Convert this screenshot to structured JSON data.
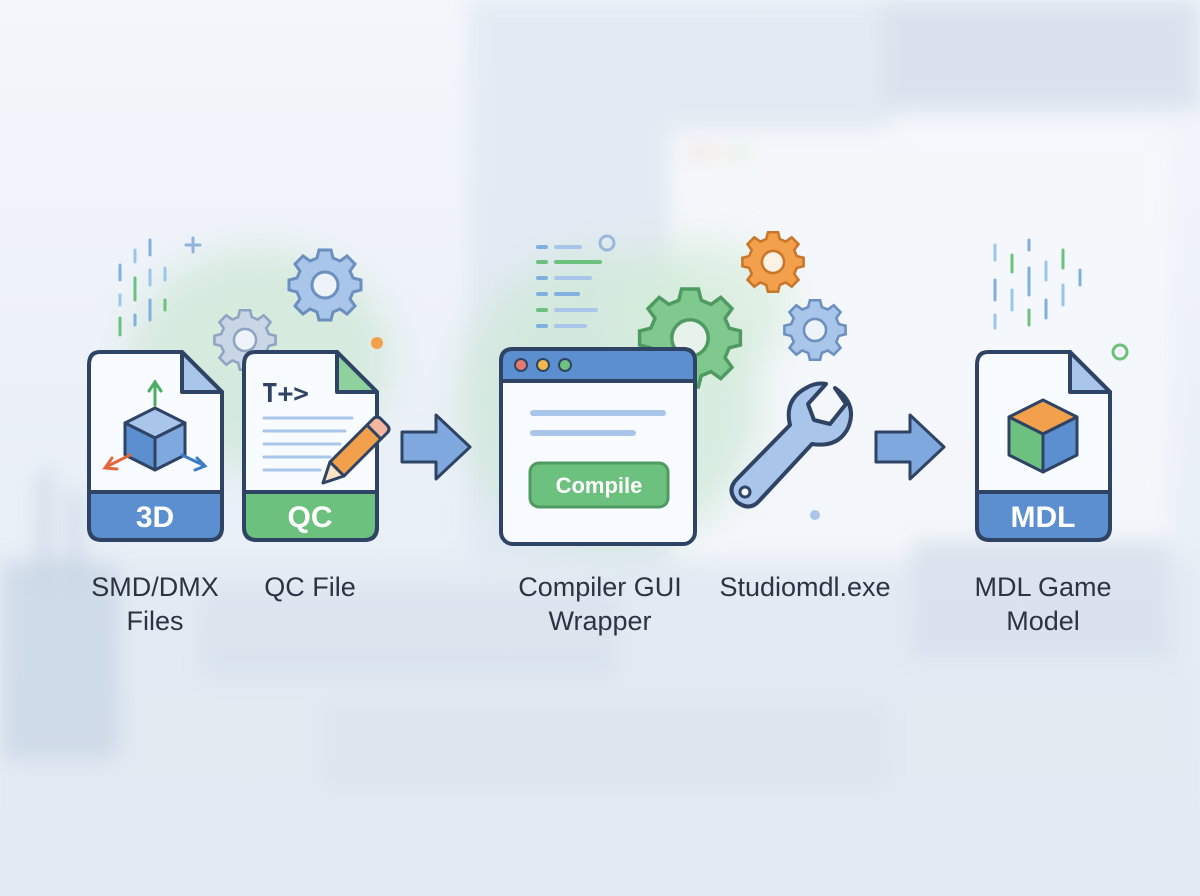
{
  "nodes": {
    "smd": {
      "badge": "3D",
      "label_line1": "SMD/DMX",
      "label_line2": "Files"
    },
    "qc": {
      "badge": "QC",
      "glyph": "T+>",
      "label_line1": "QC File"
    },
    "gui": {
      "button": "Compile",
      "label_line1": "Compiler GUI",
      "label_line2": "Wrapper"
    },
    "studiomdl": {
      "label_line1": "Studiomdl.exe"
    },
    "mdl": {
      "badge": "MDL",
      "label_line1": "MDL Game",
      "label_line2": "Model"
    }
  },
  "colors": {
    "blue": "#5b8fd0",
    "blue_light": "#a9c6ea",
    "green": "#6cc17e",
    "orange": "#f2a04b",
    "outline": "#2f4464"
  },
  "icons": [
    "cube-icon",
    "pencil-icon",
    "gear-icon",
    "wrench-icon",
    "arrow-icon",
    "browser-window-icon"
  ]
}
